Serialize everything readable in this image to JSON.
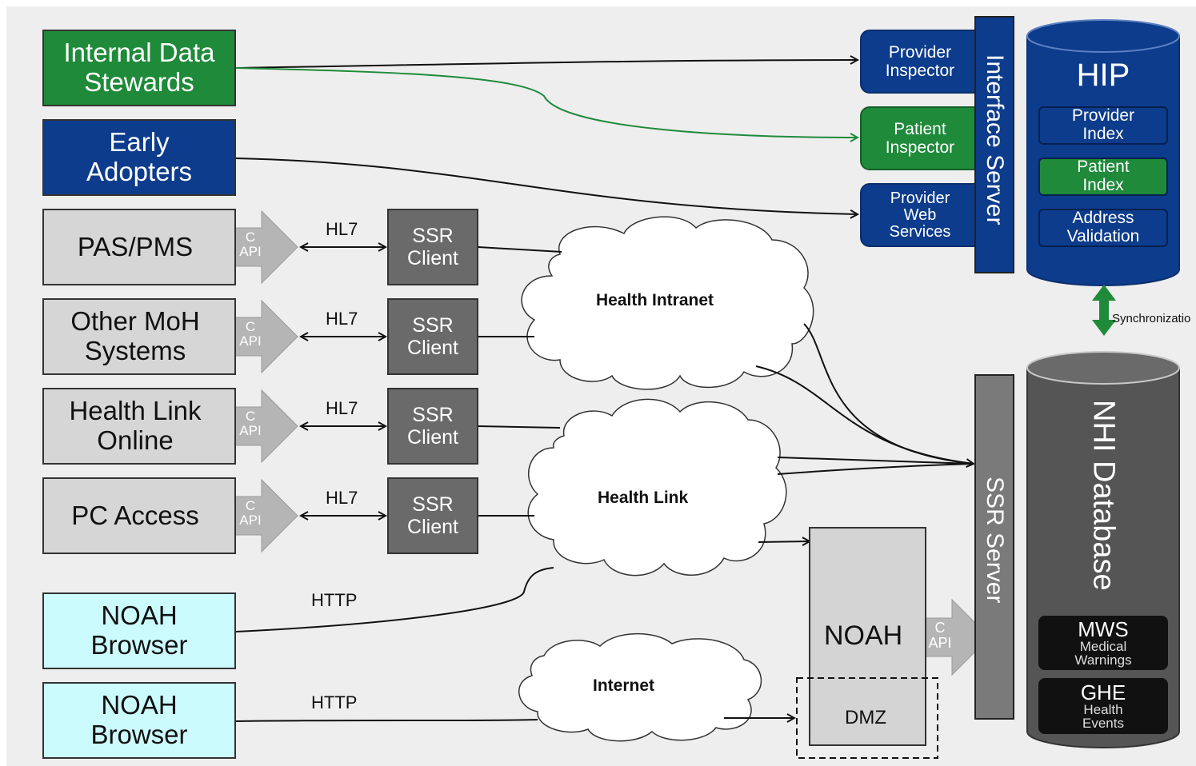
{
  "sources": {
    "internal_data_stewards": [
      "Internal  Data",
      "Stewards"
    ],
    "early_adopters": [
      "Early",
      "Adopters"
    ],
    "pas_pms": [
      "PAS/PMS"
    ],
    "other_moh": [
      "Other MoH",
      "Systems"
    ],
    "health_link_online": [
      "Health Link",
      "Online"
    ],
    "pc_access": [
      "PC Access"
    ],
    "noah_browser_1": [
      "NOAH",
      "Browser"
    ],
    "noah_browser_2": [
      "NOAH",
      "Browser"
    ]
  },
  "capi": {
    "c": "C",
    "api": "API"
  },
  "hl7": "HL7",
  "ssr_client": [
    "SSR",
    "Client"
  ],
  "http": "HTTP",
  "clouds": {
    "health_intranet": "Health Intranet",
    "health_link": "Health Link",
    "internet": "Internet"
  },
  "inspectors": {
    "provider_inspector": [
      "Provider",
      "Inspector"
    ],
    "patient_inspector": [
      "Patient",
      "Inspector"
    ],
    "provider_web_services": [
      "Provider",
      "Web",
      "Services"
    ]
  },
  "interface_server": "Interface Server",
  "hip": {
    "title": "HIP",
    "items": [
      [
        "Provider",
        "Index"
      ],
      [
        "Patient",
        "Index"
      ],
      [
        "Address",
        "Validation"
      ]
    ]
  },
  "synchronization": "Synchronizatio",
  "ssr_server": "SSR Server",
  "nhi": {
    "title": "NHI Database",
    "mws": {
      "title": "MWS",
      "sub": [
        "Medical",
        "Warnings"
      ]
    },
    "ghe": {
      "title": "GHE",
      "sub": [
        "Health",
        "Events"
      ]
    }
  },
  "noah": "NOAH",
  "dmz": "DMZ",
  "colors": {
    "green": "#1f8a3a",
    "navy": "#0d3c8c",
    "grey_box": "#d6d6d6",
    "cyan_box": "#ccfbfd",
    "ssr_grey": "#6a6a6a",
    "nhi_dark": "#555555"
  }
}
